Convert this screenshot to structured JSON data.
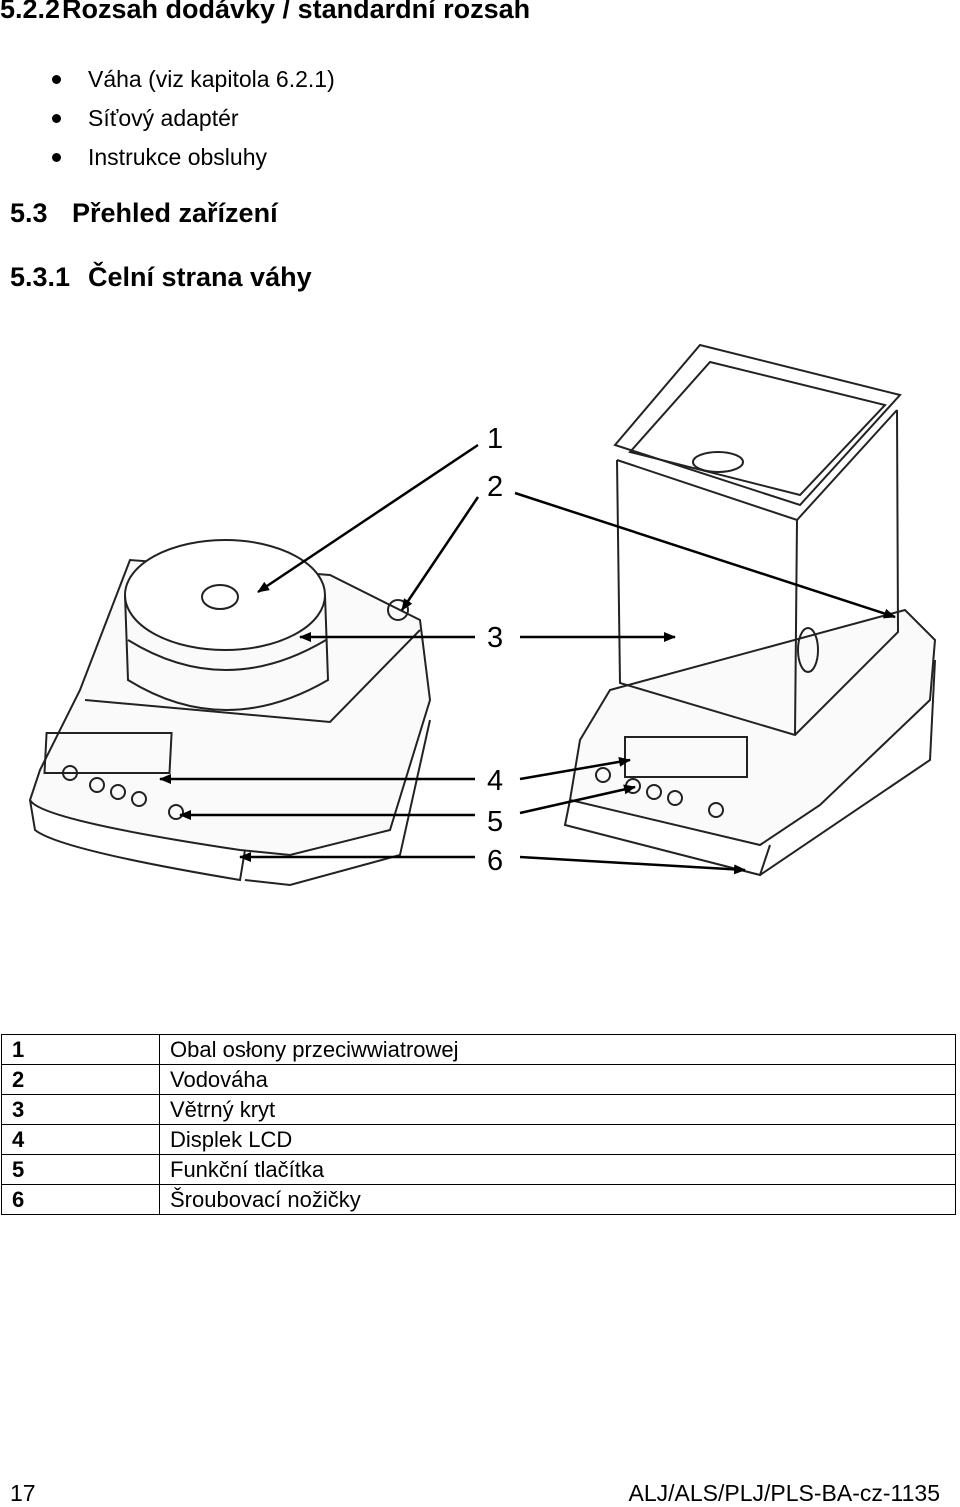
{
  "heading_522": {
    "number": "5.2.2",
    "title": "Rozsah dodávky / standardní rozsah"
  },
  "supply_items": [
    "Váha (viz kapitola 6.2.1)",
    "Síťový adaptér",
    "Instrukce obsluhy"
  ],
  "heading_53": {
    "number": "5.3",
    "title": "Přehled zařízení"
  },
  "heading_531": {
    "number": "5.3.1",
    "title": "Čelní strana váhy"
  },
  "figure": {
    "callouts": [
      "1",
      "2",
      "3",
      "4",
      "5",
      "6"
    ]
  },
  "legend": [
    {
      "num": "1",
      "text": "Obal  osłony przeciwwiatrowej"
    },
    {
      "num": "2",
      "text": "Vodováha"
    },
    {
      "num": "3",
      "text": "Větrný kryt"
    },
    {
      "num": "4",
      "text": "Displek  LCD"
    },
    {
      "num": "5",
      "text": "Funkční tlačítka"
    },
    {
      "num": "6",
      "text": "Šroubovací nožičky"
    }
  ],
  "footer": {
    "page": "17",
    "doc_id": "ALJ/ALS/PLJ/PLS-BA-cz-1135"
  }
}
